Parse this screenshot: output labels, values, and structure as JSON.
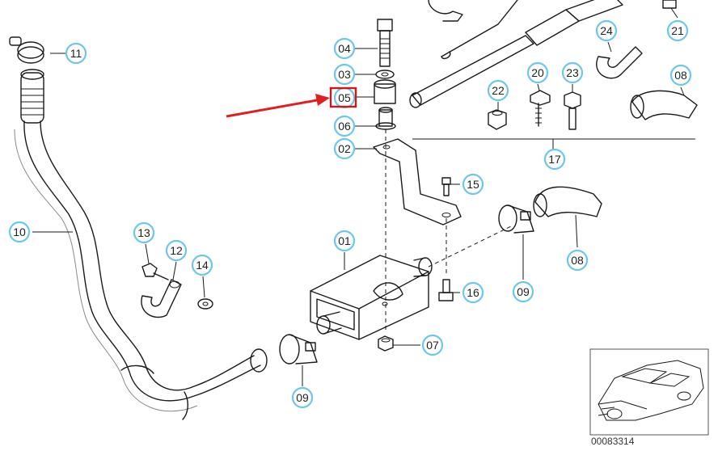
{
  "callouts": [
    {
      "id": "11",
      "label": "11"
    },
    {
      "id": "10",
      "label": "10"
    },
    {
      "id": "04",
      "label": "04"
    },
    {
      "id": "03",
      "label": "03"
    },
    {
      "id": "05",
      "label": "05"
    },
    {
      "id": "06",
      "label": "06"
    },
    {
      "id": "02",
      "label": "02"
    },
    {
      "id": "15",
      "label": "15"
    },
    {
      "id": "01",
      "label": "01"
    },
    {
      "id": "16",
      "label": "16"
    },
    {
      "id": "07",
      "label": "07"
    },
    {
      "id": "09a",
      "label": "09"
    },
    {
      "id": "09b",
      "label": "09"
    },
    {
      "id": "13",
      "label": "13"
    },
    {
      "id": "12",
      "label": "12"
    },
    {
      "id": "14",
      "label": "14"
    },
    {
      "id": "22",
      "label": "22"
    },
    {
      "id": "20",
      "label": "20"
    },
    {
      "id": "23",
      "label": "23"
    },
    {
      "id": "24",
      "label": "24"
    },
    {
      "id": "21",
      "label": "21"
    },
    {
      "id": "08a",
      "label": "08"
    },
    {
      "id": "08b",
      "label": "08"
    },
    {
      "id": "17",
      "label": "17"
    }
  ],
  "highlighted_part": "05",
  "highlight_color": "#d0161b",
  "callout_color": "#6ec6ea",
  "diagram_id": "00083314",
  "thumbnail": "car-thumbnail-icon"
}
